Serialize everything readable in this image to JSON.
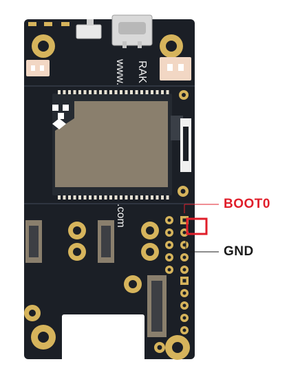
{
  "silkscreen": {
    "brand": "RAK",
    "prefix": "www.",
    "suffix": ".com"
  },
  "callouts": {
    "boot0": "BOOT0",
    "gnd": "GND"
  },
  "colors": {
    "pcb": "#1b1f26",
    "pcb_edge": "#2a2f38",
    "gold": "#d6b45c",
    "module": "#8a7f6d",
    "connector": "#f2d7c4",
    "callout_red": "#e01e2a",
    "callout_dark": "#1a1a1a"
  }
}
